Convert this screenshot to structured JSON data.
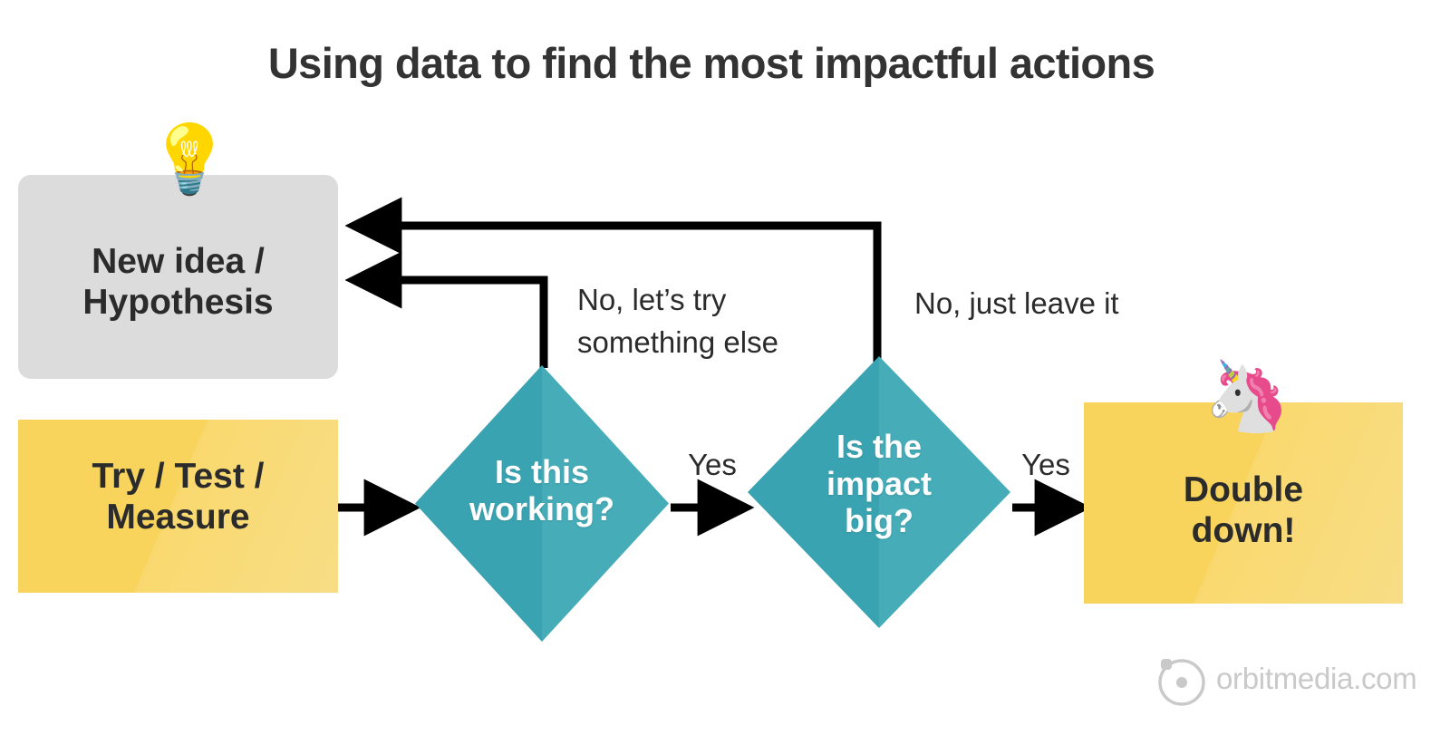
{
  "title": "Using data to find the most impactful actions",
  "colors": {
    "background": "#ffffff",
    "title_text": "#333333",
    "idea_box": "#dcdcdc",
    "yellow": "#f8d45c",
    "yellow_light": "#f8dd85",
    "teal": "#3aa3b1",
    "teal_light": "#45acb8",
    "connector": "#000000",
    "label_text": "#2b2b2b",
    "watermark": "#c9c9c9"
  },
  "nodes": {
    "idea": {
      "label": "New idea /\nHypothesis",
      "icon": "lightbulb-emoji",
      "icon_glyph": "💡",
      "shape": "rounded-rectangle"
    },
    "try": {
      "label": "Try / Test /\nMeasure",
      "shape": "rectangle"
    },
    "working": {
      "label": "Is this\nworking?",
      "shape": "diamond"
    },
    "impact": {
      "label": "Is the\nimpact\nbig?",
      "shape": "diamond"
    },
    "double": {
      "label": "Double\ndown!",
      "icon": "unicorn-emoji",
      "icon_glyph": "🦄",
      "shape": "rectangle"
    }
  },
  "edges": {
    "no_try_again": "No, let’s try\nsomething else",
    "no_leave_it": "No, just leave it",
    "yes_working": "Yes",
    "yes_impact": "Yes"
  },
  "watermark": {
    "text": "orbitmedia.com",
    "icon": "orbit-icon"
  }
}
